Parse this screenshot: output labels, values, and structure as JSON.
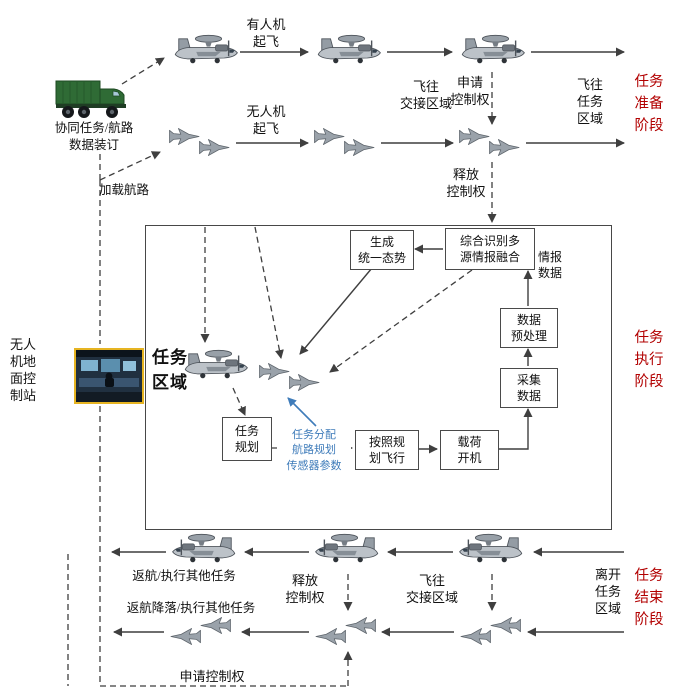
{
  "phases": {
    "prep": "任务\n准备\n阶段",
    "exec": "任务\n执行\n阶段",
    "end": "任务\n结束\n阶段"
  },
  "prep": {
    "manned_takeoff": "有人机\n起飞",
    "uav_takeoff": "无人机\n起飞",
    "truck_label": "协同任务/航路\n数据装订",
    "load_route": "加载航路",
    "fly_handover": "飞往\n交接区域",
    "request_control": "申请\n控制权",
    "fly_mission_area": "飞往\n任务\n区域",
    "release_control": "释放\n控制权"
  },
  "mission": {
    "area_label": "任务\n区域",
    "generate_picture": "生成\n统一态势",
    "fusion": "综合识别多\n源情报融合",
    "intel_data": "情报\n数据",
    "preprocess": "数据\n预处理",
    "collect_data": "采集\n数据",
    "payload_on": "载荷\n开机",
    "fly_per_plan": "按照规\n划飞行",
    "mission_planning": "任务\n规划",
    "assignment_note": "任务分配\n航路规划\n传感器参数",
    "gcs_label": "无人\n机地\n面控\n制站"
  },
  "end": {
    "return_or_other": "返航/执行其他任务",
    "release_control": "释放\n控制权",
    "fly_handover": "飞往\n交接区域",
    "leave_mission_area": "离开\n任务\n区域",
    "return_land_or_other": "返航降落/执行其他任务",
    "request_control": "申请控制权"
  },
  "colors": {
    "phase_red": "#b20000",
    "note_blue": "#3f7cba",
    "line": "#3f3f3f"
  }
}
